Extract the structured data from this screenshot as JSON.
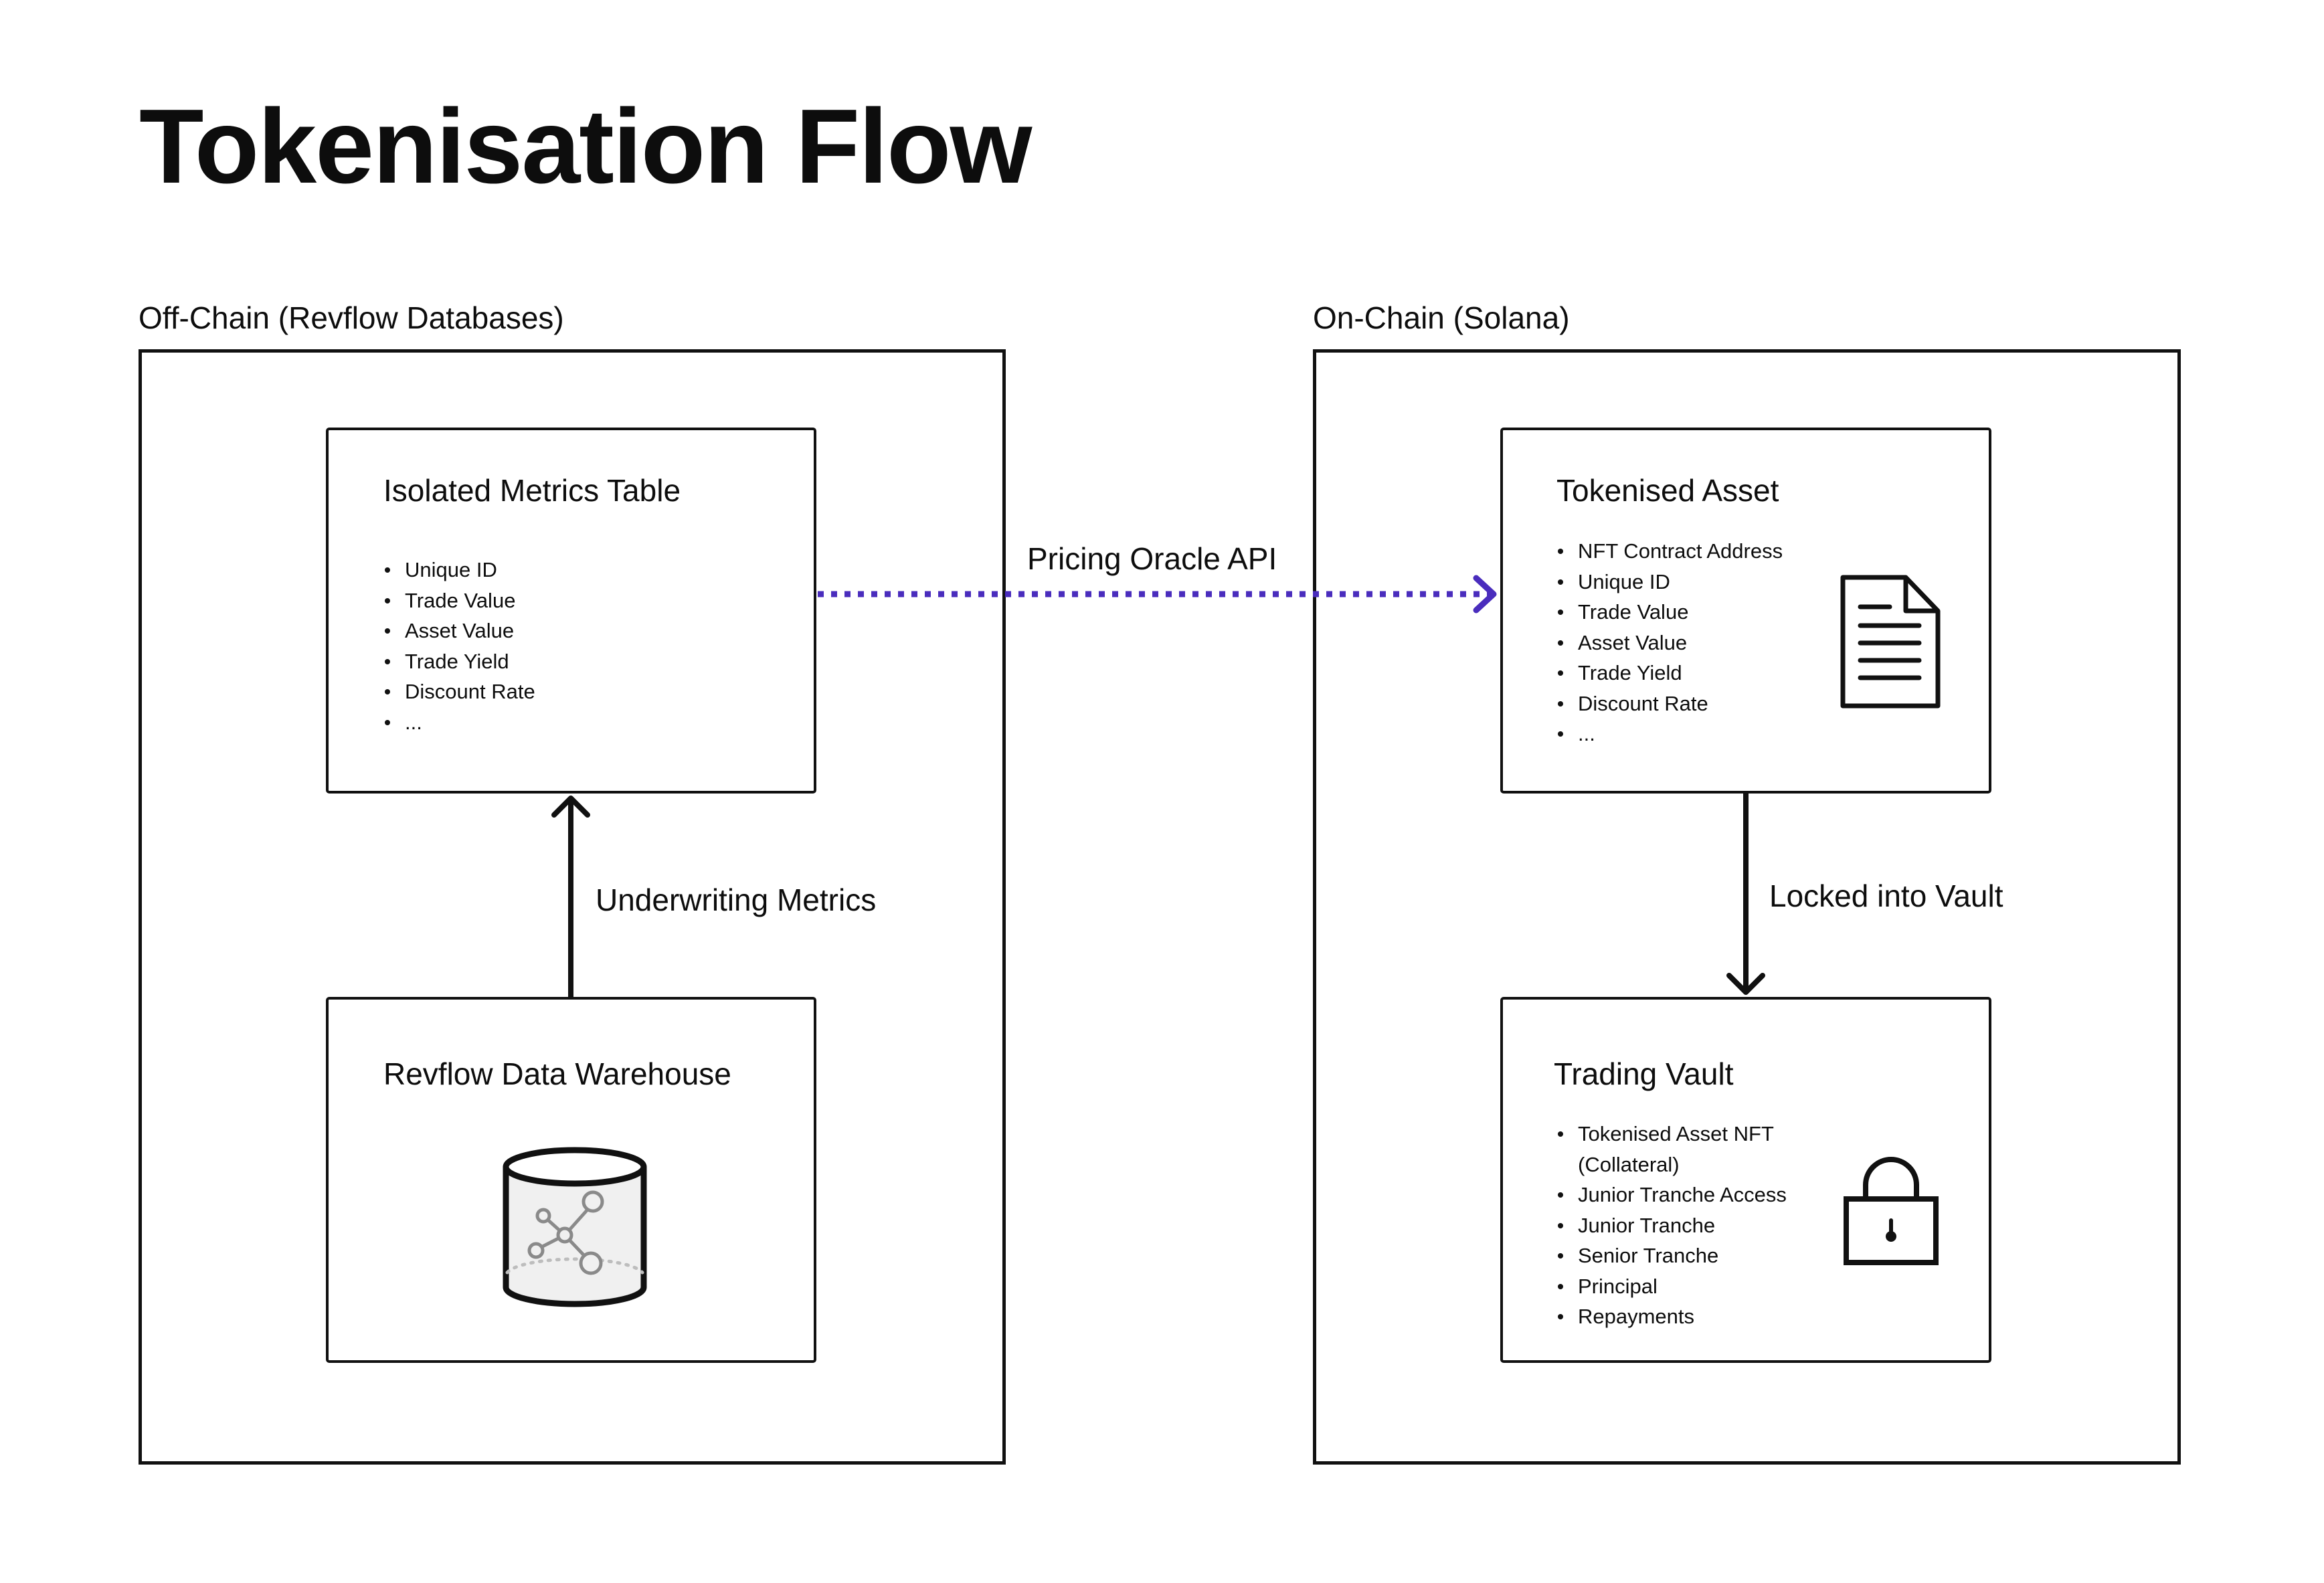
{
  "title": "Tokenisation Flow",
  "regions": {
    "off_chain": {
      "label": "Off-Chain (Revflow Databases)",
      "metrics_table": {
        "title": "Isolated Metrics Table",
        "items": [
          "Unique ID",
          "Trade Value",
          "Asset Value",
          "Trade Yield",
          "Discount Rate",
          "..."
        ]
      },
      "warehouse": {
        "title": "Revflow Data Warehouse",
        "icon": "database-network-icon"
      }
    },
    "on_chain": {
      "label": "On-Chain (Solana)",
      "tokenised_asset": {
        "title": "Tokenised Asset",
        "items": [
          "NFT Contract Address",
          "Unique ID",
          "Trade Value",
          "Asset Value",
          "Trade Yield",
          "Discount Rate",
          "..."
        ],
        "icon": "document-icon"
      },
      "trading_vault": {
        "title": "Trading Vault",
        "item_first": "Tokenised Asset NFT",
        "item_first_cont": "(Collateral)",
        "items": [
          "Junior Tranche Access",
          "Junior Tranche",
          "Senior Tranche",
          "Principal",
          "Repayments"
        ],
        "icon": "padlock-icon"
      }
    }
  },
  "connectors": {
    "underwriting": "Underwriting Metrics",
    "oracle": "Pricing Oracle API",
    "locked": "Locked into Vault"
  },
  "colors": {
    "oracle_arrow": "#4a2dbd",
    "stroke": "#111111",
    "db_fill": "#f0f0f0",
    "db_network": "#8a8a8a"
  }
}
